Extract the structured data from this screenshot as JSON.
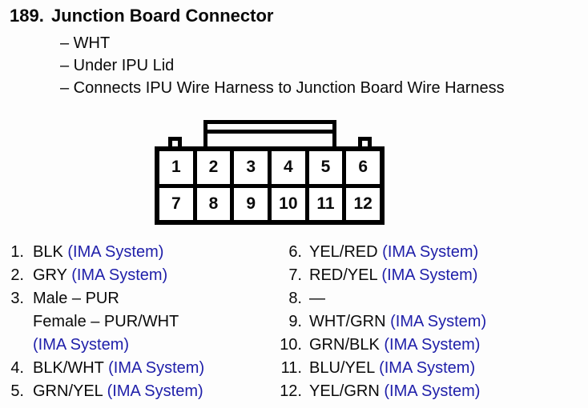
{
  "header": {
    "number": "189.",
    "title": "Junction Board Connector",
    "details": [
      "– WHT",
      "– Under IPU Lid",
      "– Connects IPU Wire Harness to Junction Board Wire Harness"
    ]
  },
  "connector": {
    "top_row": [
      "1",
      "2",
      "3",
      "4",
      "5",
      "6"
    ],
    "bottom_row": [
      "7",
      "8",
      "9",
      "10",
      "11",
      "12"
    ]
  },
  "pins": {
    "left": [
      {
        "num": "1.",
        "wire": "BLK",
        "system": "(IMA System)"
      },
      {
        "num": "2.",
        "wire": "GRY",
        "system": "(IMA System)"
      },
      {
        "num": "3.",
        "wire": "Male – PUR",
        "wire2": "Female – PUR/WHT",
        "system2": "(IMA System)"
      },
      {
        "num": "4.",
        "wire": "BLK/WHT",
        "system": "(IMA System)"
      },
      {
        "num": "5.",
        "wire": "GRN/YEL",
        "system": "(IMA System)"
      }
    ],
    "right": [
      {
        "num": "6.",
        "wire": "YEL/RED",
        "system": "(IMA System)"
      },
      {
        "num": "7.",
        "wire": "RED/YEL",
        "system": "(IMA System)"
      },
      {
        "num": "8.",
        "wire": "—",
        "system": ""
      },
      {
        "num": "9.",
        "wire": "WHT/GRN",
        "system": "(IMA System)"
      },
      {
        "num": "10.",
        "wire": "GRN/BLK",
        "system": "(IMA System)"
      },
      {
        "num": "11.",
        "wire": "BLU/YEL",
        "system": "(IMA System)"
      },
      {
        "num": "12.",
        "wire": "YEL/GRN",
        "system": "(IMA System)"
      }
    ]
  },
  "colors": {
    "system_blue": "#2020aa",
    "text_black": "#0a0a0a",
    "background": "#fdfdfd"
  }
}
